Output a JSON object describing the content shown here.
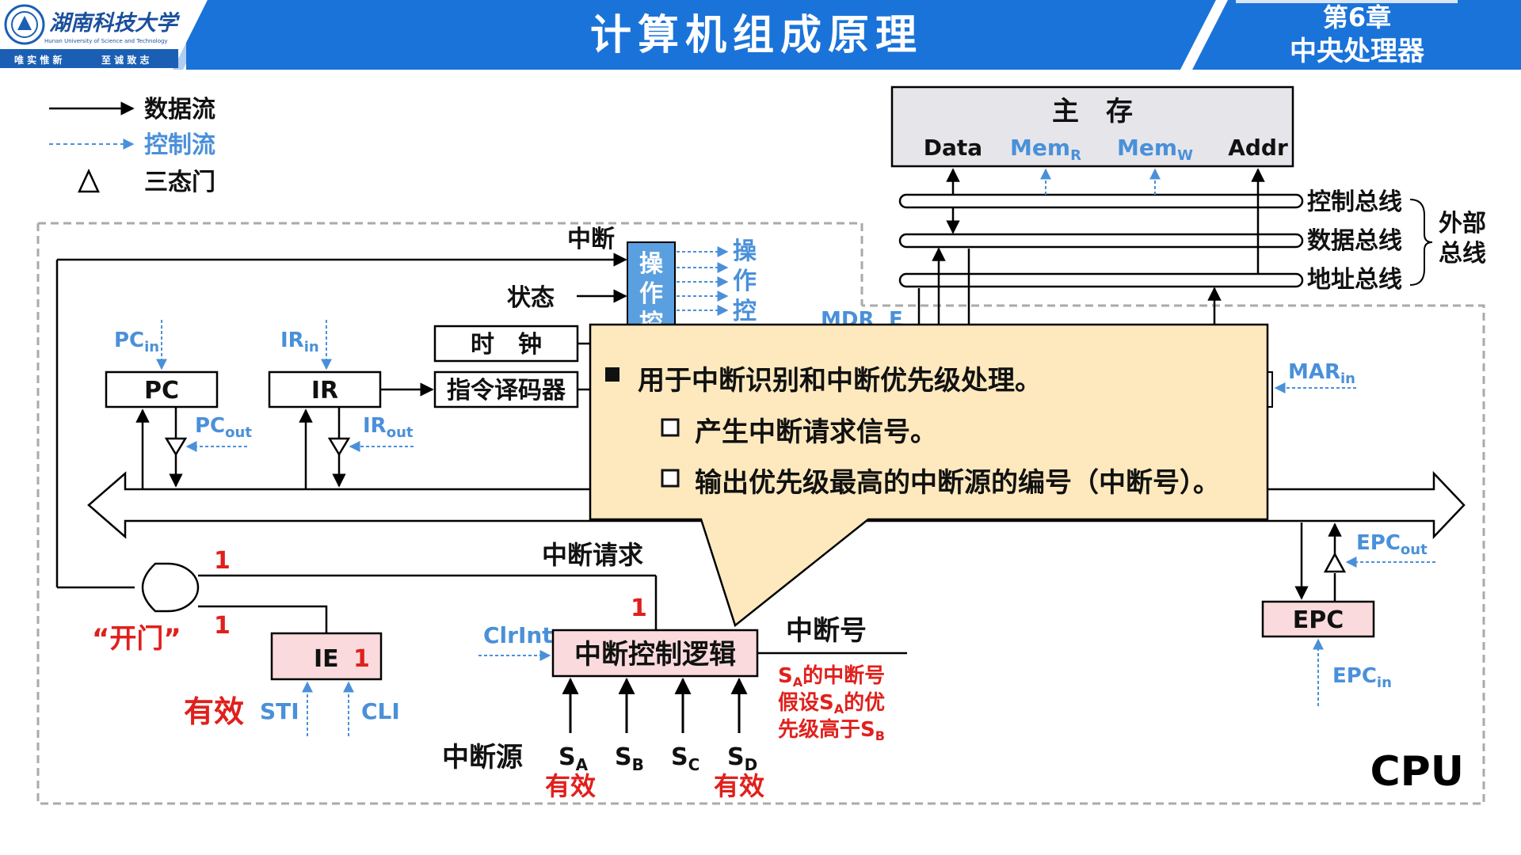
{
  "header": {
    "university_name": "湖南科技大学",
    "university_name_en": "Hunan University of Science and Technology",
    "motto_left": "唯 实 惟 新",
    "motto_right": "至 诚 致 志",
    "course_title": "计算机组成原理",
    "chapter_number": "第6章",
    "chapter_title": "中央处理器"
  },
  "legend": {
    "data_flow": "数据流",
    "control_flow": "控制流",
    "tristate_gate": "三态门"
  },
  "memory": {
    "title": "主　存",
    "data": "Data",
    "mem_r": "Mem",
    "mem_r_sub": "R",
    "mem_w": "Mem",
    "mem_w_sub": "W",
    "addr": "Addr"
  },
  "buses": {
    "control": "控制总线",
    "data": "数据总线",
    "address": "地址总线",
    "external_line1": "外部",
    "external_line2": "总线"
  },
  "cpu": {
    "interrupt_label": "中断",
    "status_label": "状态",
    "op_ctrl_box": [
      "操",
      "作",
      "控"
    ],
    "op_ctrl_out": [
      "操",
      "作",
      "控"
    ],
    "mdr_partial": "MDR",
    "e_partial": "E",
    "clock": "时　钟",
    "decoder": "指令译码器",
    "pc": "PC",
    "ir": "IR",
    "signal_base_pc": "PC",
    "signal_base_ir": "IR",
    "signal_base_mar": "MAR",
    "signal_base_epc": "EPC",
    "sub_in": "in",
    "sub_out": "out",
    "epc": "EPC",
    "cpu_label": "CPU"
  },
  "interrupt": {
    "request_label": "中断请求",
    "and_out_value": "1",
    "and_in_value": "1",
    "request_value": "1",
    "open_door": "“开门”",
    "ie_label": "IE",
    "ie_value": "1",
    "valid": "有效",
    "sti": "STI",
    "cli": "CLI",
    "clrint": "ClrInt",
    "controller": "中断控制逻辑",
    "number_label": "中断号",
    "source_label": "中断源",
    "source_base": "S",
    "sources": [
      "A",
      "B",
      "C",
      "D"
    ],
    "source_a_state": "有效",
    "source_d_state": "有效",
    "note_line1_pre": "S",
    "note_line1_sub": "A",
    "note_line1_post": "的中断号",
    "note_line2_pre": "假设S",
    "note_line2_sub": "A",
    "note_line2_post": "的优",
    "note_line3_pre": "先级高于S",
    "note_line3_sub": "B"
  },
  "callout": {
    "item1": "用于中断识别和中断优先级处理。",
    "item2": "产生中断请求信号。",
    "item3": "输出优先级最高的中断源的编号（中断号）。"
  },
  "colors": {
    "header_blue": "#1a73d9",
    "control_blue": "#4a90d9",
    "highlight_red": "#e0201c",
    "pink_fill": "#fadadd",
    "callout_fill": "#fde9bd",
    "memory_fill": "#e6e6ea"
  }
}
